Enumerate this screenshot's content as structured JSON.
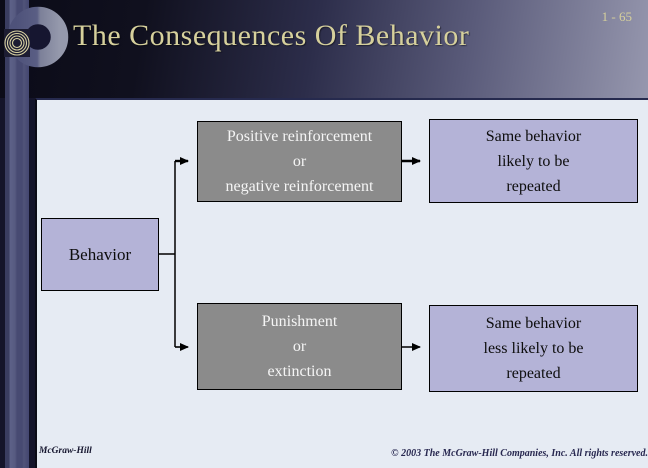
{
  "slide": {
    "title": "The Consequences Of Behavior",
    "page_number": "1 - 65"
  },
  "diagram": {
    "root_label": "Behavior",
    "branches": [
      {
        "cause": "Positive reinforcement\nor\nnegative reinforcement",
        "effect": "Same behavior\nlikely to be\nrepeated"
      },
      {
        "cause": "Punishment\nor\nextinction",
        "effect": "Same behavior\nless likely to be\nrepeated"
      }
    ]
  },
  "footer": {
    "left": "McGraw-Hill",
    "right": "© 2003 The McGraw-Hill Companies, Inc. All rights reserved."
  },
  "colors": {
    "header_dark": "#0b0b18",
    "header_light": "#9697ae",
    "title_text": "#d6d09c",
    "panel_bg": "#e6ebf3",
    "panel_gap": "#14142a",
    "cause_box_fill": "#8b8b8b",
    "effect_box_fill": "#b4b3d7",
    "sidebar": "#4a4d75",
    "logo_ring_gold": "#d9d3a2"
  }
}
